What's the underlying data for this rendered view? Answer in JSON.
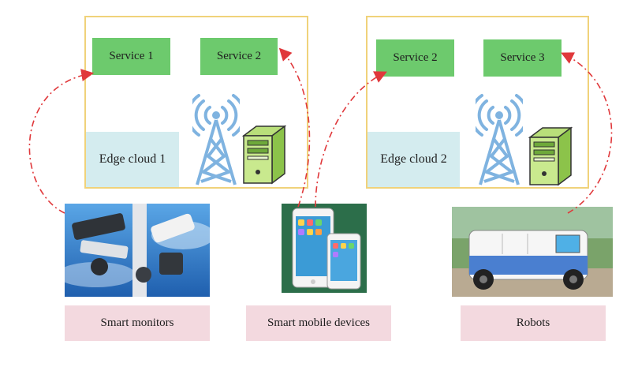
{
  "edge_clouds": [
    {
      "label": "Edge  cloud  1",
      "services": [
        "Service 1",
        "Service 2"
      ]
    },
    {
      "label": "Edge  cloud 2",
      "services": [
        "Service 2",
        "Service 3"
      ]
    }
  ],
  "devices": [
    {
      "label": "Smart monitors"
    },
    {
      "label": "Smart mobile devices"
    },
    {
      "label": "Robots"
    }
  ],
  "colors": {
    "service_fill": "#6dca6d",
    "edge_label_fill": "#d4ecef",
    "device_label_fill": "#f3d9df",
    "cloud_border": "#f0d27a",
    "arrow": "#e0383b",
    "tower": "#7fb3e0"
  },
  "icons": [
    "tower-icon",
    "server-icon"
  ]
}
